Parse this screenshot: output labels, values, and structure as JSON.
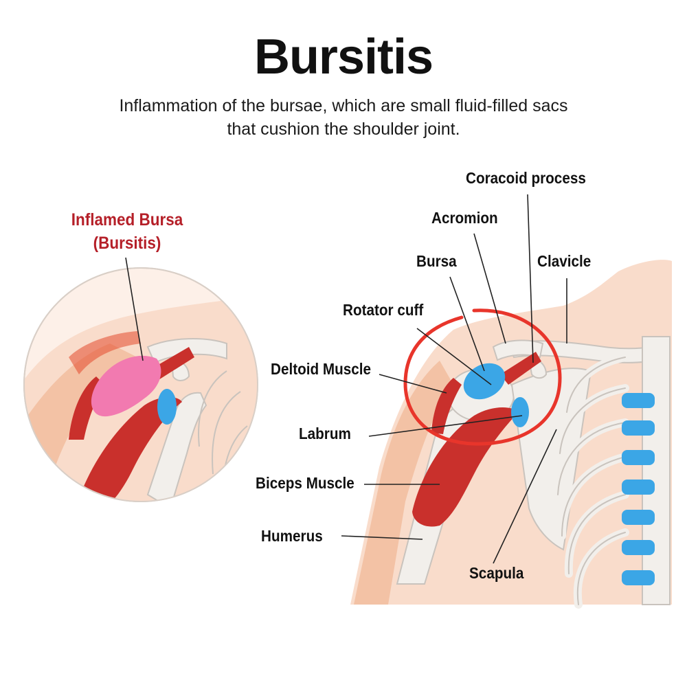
{
  "title": "Bursitis",
  "subtitle": {
    "line1": "Inflammation of the bursae, which are small fluid-filled sacs",
    "line2": "that cushion the shoulder joint."
  },
  "inset": {
    "label_line1": "Inflamed Bursa",
    "label_line2": "(Bursitis)"
  },
  "labels": {
    "coracoid_process": "Coracoid process",
    "acromion": "Acromion",
    "bursa": "Bursa",
    "clavicle": "Clavicle",
    "rotator_cuff": "Rotator cuff",
    "deltoid_muscle": "Deltoid Muscle",
    "labrum": "Labrum",
    "biceps_muscle": "Biceps Muscle",
    "humerus": "Humerus",
    "scapula": "Scapula"
  },
  "colors": {
    "skin": "#f9dccb",
    "skin_shadow": "#f3c2a5",
    "bone": "#f2efeb",
    "bone_outline": "#c9c3bd",
    "muscle": "#c9302c",
    "bursa_normal": "#3ba6e6",
    "bursa_inflamed": "#f27ab0",
    "highlight_circle": "#e8352b",
    "label_red": "#b51f28"
  }
}
